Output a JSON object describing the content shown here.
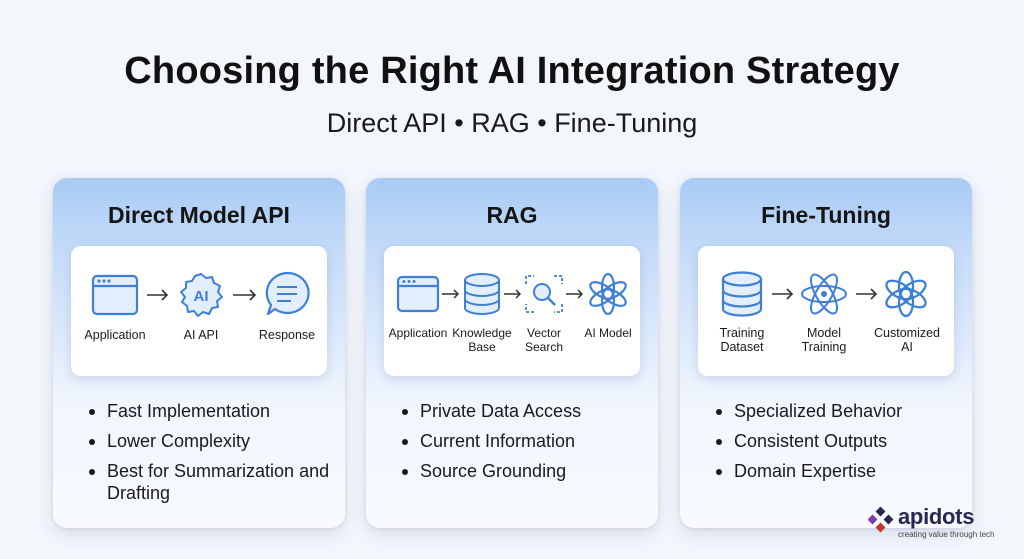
{
  "header": {
    "title": "Choosing the Right AI Integration Strategy",
    "subtitle": "Direct API • RAG • Fine-Tuning"
  },
  "colors": {
    "accent": "#3f7fd6",
    "icon_fill": "#e3eefc",
    "card_gradient_top": "#a9cbf5"
  },
  "cards": [
    {
      "title": "Direct Model API",
      "steps": [
        {
          "label": "Application",
          "icon": "app-window-icon"
        },
        {
          "label": "AI API",
          "icon": "ai-gear-icon"
        },
        {
          "label": "Response",
          "icon": "chat-bubble-icon"
        }
      ],
      "bullets": [
        "Fast Implementation",
        "Lower Complexity",
        "Best for Summarization and Drafting"
      ]
    },
    {
      "title": "RAG",
      "steps": [
        {
          "label": "Application",
          "icon": "app-window-icon"
        },
        {
          "label": "Knowledge Base",
          "icon": "database-icon"
        },
        {
          "label": "Vector Search",
          "icon": "vector-search-icon"
        },
        {
          "label": "AI Model",
          "icon": "ai-model-knot-icon"
        }
      ],
      "bullets": [
        "Private Data Access",
        "Current Information",
        "Source Grounding"
      ]
    },
    {
      "title": "Fine-Tuning",
      "steps": [
        {
          "label": "Training Dataset",
          "icon": "database-icon"
        },
        {
          "label": "Model Training",
          "icon": "atom-icon"
        },
        {
          "label": "Customized AI",
          "icon": "ai-model-knot-icon"
        }
      ],
      "bullets": [
        "Specialized Behavior",
        "Consistent Outputs",
        "Domain Expertise"
      ]
    }
  ],
  "brand": {
    "name": "apidots",
    "tagline": "creating value through tech"
  }
}
